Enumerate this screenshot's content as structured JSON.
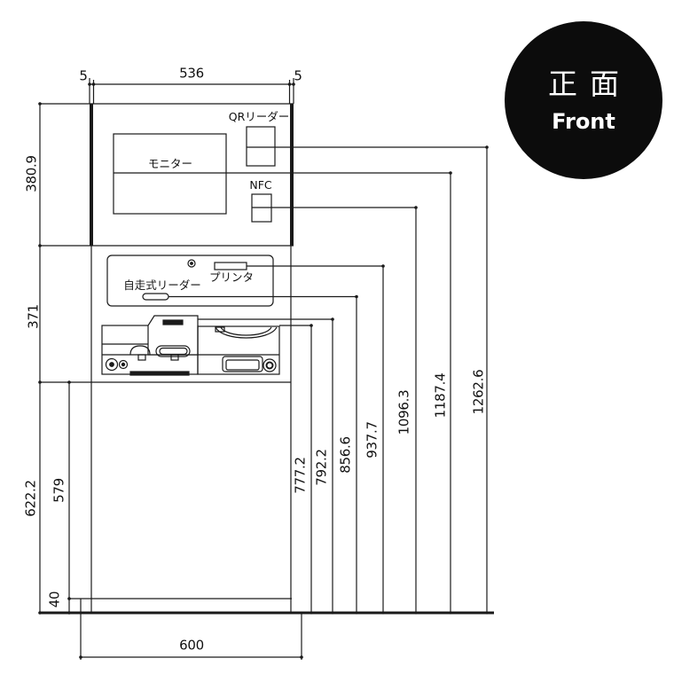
{
  "badge": {
    "title_ja": "正面",
    "title_en": "Front"
  },
  "labels": {
    "monitor": "モニター",
    "qr_reader": "QRリーダー",
    "nfc": "NFC",
    "printer": "プリンタ",
    "self_reader": "自走式リーダー"
  },
  "dimensions": {
    "top": {
      "left_margin": "5",
      "inner_width": "536",
      "right_margin": "5"
    },
    "left": {
      "head_height": "380.9",
      "mid_height": "371",
      "lower_total": "622.2",
      "door_height": "579",
      "base_height": "40"
    },
    "bottom": {
      "base_width": "600"
    },
    "heights": [
      "777.2",
      "792.2",
      "856.6",
      "937.7",
      "1096.3",
      "1187.4",
      "1262.6"
    ]
  }
}
